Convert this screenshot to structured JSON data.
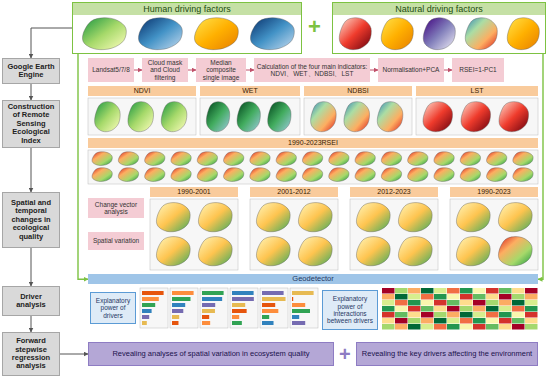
{
  "diagram": {
    "nodes": [
      {
        "text": [
          "Human driving factors"
        ]
      },
      {
        "text": [
          "Natural driving factors"
        ]
      },
      {
        "text": [
          "Google Earth Engine"
        ]
      },
      {
        "text": [
          "Construction of Remote Sensing Ecological Index"
        ]
      },
      {
        "text": [
          "Spatial and temporal changes in ecological quality"
        ]
      },
      {
        "text": [
          "Driver analysis"
        ]
      },
      {
        "text": [
          "Forward stepwise regression analysis"
        ]
      },
      {
        "text": [
          "Landsat5/7/8"
        ]
      },
      {
        "text": [
          "Cloud mask and Cloud filtering"
        ]
      },
      {
        "text": [
          "Median composite single image"
        ]
      },
      {
        "text": [
          "Calculation of the four main indicators: NDVI、WET、NDBSI、LST"
        ]
      },
      {
        "text": [
          "Normalisation+PCA"
        ]
      },
      {
        "text": [
          "RSEI=1-PC1"
        ]
      },
      {
        "text": [
          "NDVI"
        ]
      },
      {
        "text": [
          "WET"
        ]
      },
      {
        "text": [
          "NDBSI"
        ]
      },
      {
        "text": [
          "LST"
        ]
      },
      {
        "text": [
          "1990-2023RSEI"
        ]
      },
      {
        "text": [
          "Change vector analysis"
        ]
      },
      {
        "text": [
          "Spatial variation"
        ]
      },
      {
        "text": [
          "1990-2001"
        ]
      },
      {
        "text": [
          "2001-2012"
        ]
      },
      {
        "text": [
          "2012-2023"
        ]
      },
      {
        "text": [
          "1990-2023"
        ]
      },
      {
        "text": [
          "Geodetector"
        ]
      },
      {
        "text": [
          "Explanatory power of drivers"
        ]
      },
      {
        "text": [
          "Explanatory power of interactions between drivers"
        ]
      },
      {
        "text": [
          "Revealing analyses of spatial variation in ecosystem quality"
        ]
      },
      {
        "text": [
          "Revealing the key drivers affecting the environment"
        ]
      }
    ],
    "edges": [
      {
        "from": 0,
        "to": 2,
        "arrow": "to"
      },
      {
        "from": 2,
        "to": 3,
        "arrow": "to"
      },
      {
        "from": 3,
        "to": 4,
        "arrow": "to"
      },
      {
        "from": 4,
        "to": 5,
        "arrow": "to"
      },
      {
        "from": 5,
        "to": 6,
        "arrow": "to"
      },
      {
        "from": 7,
        "to": 8,
        "arrow": "to"
      },
      {
        "from": 8,
        "to": 9,
        "arrow": "to"
      },
      {
        "from": 9,
        "to": 10,
        "arrow": "to"
      },
      {
        "from": 10,
        "to": 11,
        "arrow": "to"
      },
      {
        "from": 11,
        "to": 12,
        "arrow": "to"
      },
      {
        "from": 0,
        "to": 24,
        "arrow": "to"
      },
      {
        "from": 1,
        "to": 24,
        "arrow": "to"
      },
      {
        "from": 6,
        "to": 27,
        "arrow": "to"
      }
    ],
    "labels": [
      "+",
      "+"
    ]
  }
}
